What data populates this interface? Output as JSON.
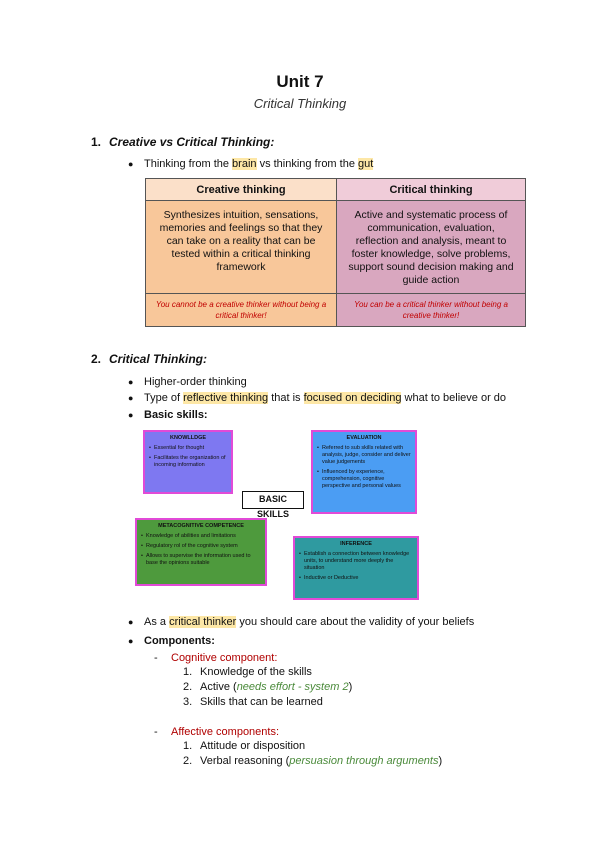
{
  "header": {
    "title": "Unit 7",
    "subtitle": "Critical Thinking"
  },
  "section1": {
    "number": "1.",
    "heading": "Creative vs Critical Thinking:",
    "bullet": {
      "pre": "Thinking from the ",
      "hl1": "brain",
      "mid": " vs thinking from the ",
      "hl2": "gut"
    },
    "table": {
      "col1_header": "Creative thinking",
      "col2_header": "Critical thinking",
      "col1_body": "Synthesizes intuition, sensations, memories and feelings so that they can take on a reality that can be tested within a critical thinking framework",
      "col2_body": "Active and systematic process of communication, evaluation, reflection and analysis, meant to foster knowledge, solve problems, support sound decision making and guide action",
      "col1_note": "You cannot be a creative thinker without being a critical thinker!",
      "col2_note": "You can be a critical thinker without being a creative thinker!"
    }
  },
  "section2": {
    "number": "2.",
    "heading": "Critical Thinking:",
    "b1": "Higher-order thinking",
    "b2": {
      "pre": "Type of ",
      "hl1": "reflective thinking",
      "mid": " that is ",
      "hl2": "focused on deciding",
      "post": " what to believe or do"
    },
    "b3": "Basic skills:",
    "diagram": {
      "center": "BASIC SKILLS",
      "knowledge": {
        "title": "KNOWLLDGE",
        "items": [
          "Essential for thought",
          "Facilitates the organization of incoming information"
        ]
      },
      "evaluation": {
        "title": "EVALUATION",
        "items": [
          "Referred to sub skills related with analysis, judge, consider and deliver value judgements",
          "Influenced by experience, comprehension, cognitive perspective and personal values"
        ]
      },
      "metacognitive": {
        "title": "METACOGNITIVE COMPETENCE",
        "items": [
          "Knowledge of abilities and limitations",
          "Regulatory rol of the cognitive system",
          "Allows to supervise the information used to base the opinions suitable"
        ]
      },
      "inference": {
        "title": "INFERENCE",
        "items": [
          "Establish a connection between knowledge units, to understand more deeply the situation",
          "Inductive or Deductive"
        ]
      }
    },
    "b4": {
      "pre": "As a ",
      "hl": "critical thinker",
      "post": " you should care about the validity of your beliefs"
    },
    "b5": "Components:",
    "cognitive": {
      "label": "Cognitive component:",
      "items": [
        {
          "n": "1.",
          "text": "Knowledge of the skills",
          "note": ""
        },
        {
          "n": "2.",
          "text": "Active (",
          "note": "needs effort - system 2",
          "close": ")"
        },
        {
          "n": "3.",
          "text": "Skills that can be learned",
          "note": ""
        }
      ]
    },
    "affective": {
      "label": "Affective components:",
      "items": [
        {
          "n": "1.",
          "text": "Attitude or disposition",
          "note": ""
        },
        {
          "n": "2.",
          "text": "Verbal reasoning (",
          "note": "persuasion through arguments",
          "close": ")"
        }
      ]
    },
    "dash": "-",
    "dot": "●"
  }
}
